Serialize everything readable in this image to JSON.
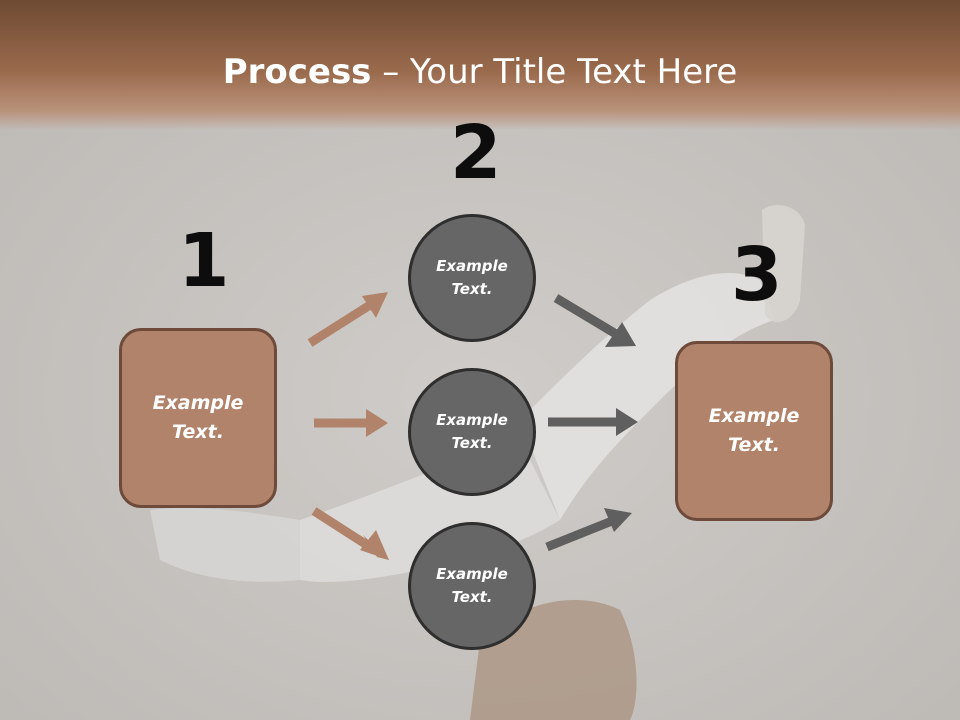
{
  "title": {
    "bold": "Process",
    "rest": " – Your Title Text Here"
  },
  "steps": [
    {
      "number": "1",
      "label_line1": "Example",
      "label_line2": "Text."
    },
    {
      "number": "2"
    },
    {
      "number": "3",
      "label_line1": "Example",
      "label_line2": "Text."
    }
  ],
  "circles": [
    {
      "label_line1": "Example",
      "label_line2": "Text."
    },
    {
      "label_line1": "Example",
      "label_line2": "Text."
    },
    {
      "label_line1": "Example",
      "label_line2": "Text."
    }
  ],
  "colors": {
    "accent_brown": "#b1836a",
    "circle_gray": "#666666",
    "arrow_brown": "#b1836a",
    "arrow_gray": "#5f5f5f"
  }
}
